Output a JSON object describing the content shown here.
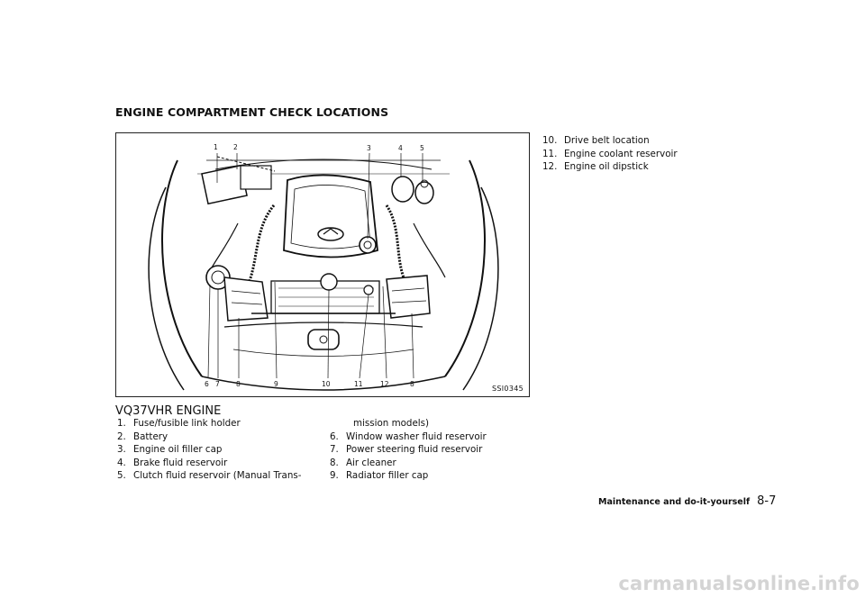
{
  "section_title": "ENGINE COMPARTMENT CHECK LOCATIONS",
  "figure": {
    "code": "SSI0345",
    "callouts_top": [
      "1",
      "2",
      "3",
      "4",
      "5"
    ],
    "callouts_bottom": [
      "6",
      "7",
      "8",
      "9",
      "10",
      "11",
      "12",
      "8"
    ]
  },
  "engine_title": "VQ37VHR ENGINE",
  "list_left": [
    {
      "num": "1.",
      "text": "Fuse/fusible link holder"
    },
    {
      "num": "2.",
      "text": "Battery"
    },
    {
      "num": "3.",
      "text": "Engine oil filler cap"
    },
    {
      "num": "4.",
      "text": "Brake fluid reservoir"
    },
    {
      "num": "5.",
      "text": "Clutch fluid reservoir (Manual Trans-"
    }
  ],
  "list_middle_cont": "mission models)",
  "list_middle": [
    {
      "num": "6.",
      "text": "Window washer fluid reservoir"
    },
    {
      "num": "7.",
      "text": "Power steering fluid reservoir"
    },
    {
      "num": "8.",
      "text": "Air cleaner"
    },
    {
      "num": "9.",
      "text": "Radiator filler cap"
    }
  ],
  "list_right": [
    {
      "num": "10.",
      "text": "Drive belt location"
    },
    {
      "num": "11.",
      "text": "Engine coolant reservoir"
    },
    {
      "num": "12.",
      "text": "Engine oil dipstick"
    }
  ],
  "footer": {
    "label": "Maintenance and do-it-yourself",
    "page": "8-7"
  },
  "watermark": "carmanualsonline.info"
}
